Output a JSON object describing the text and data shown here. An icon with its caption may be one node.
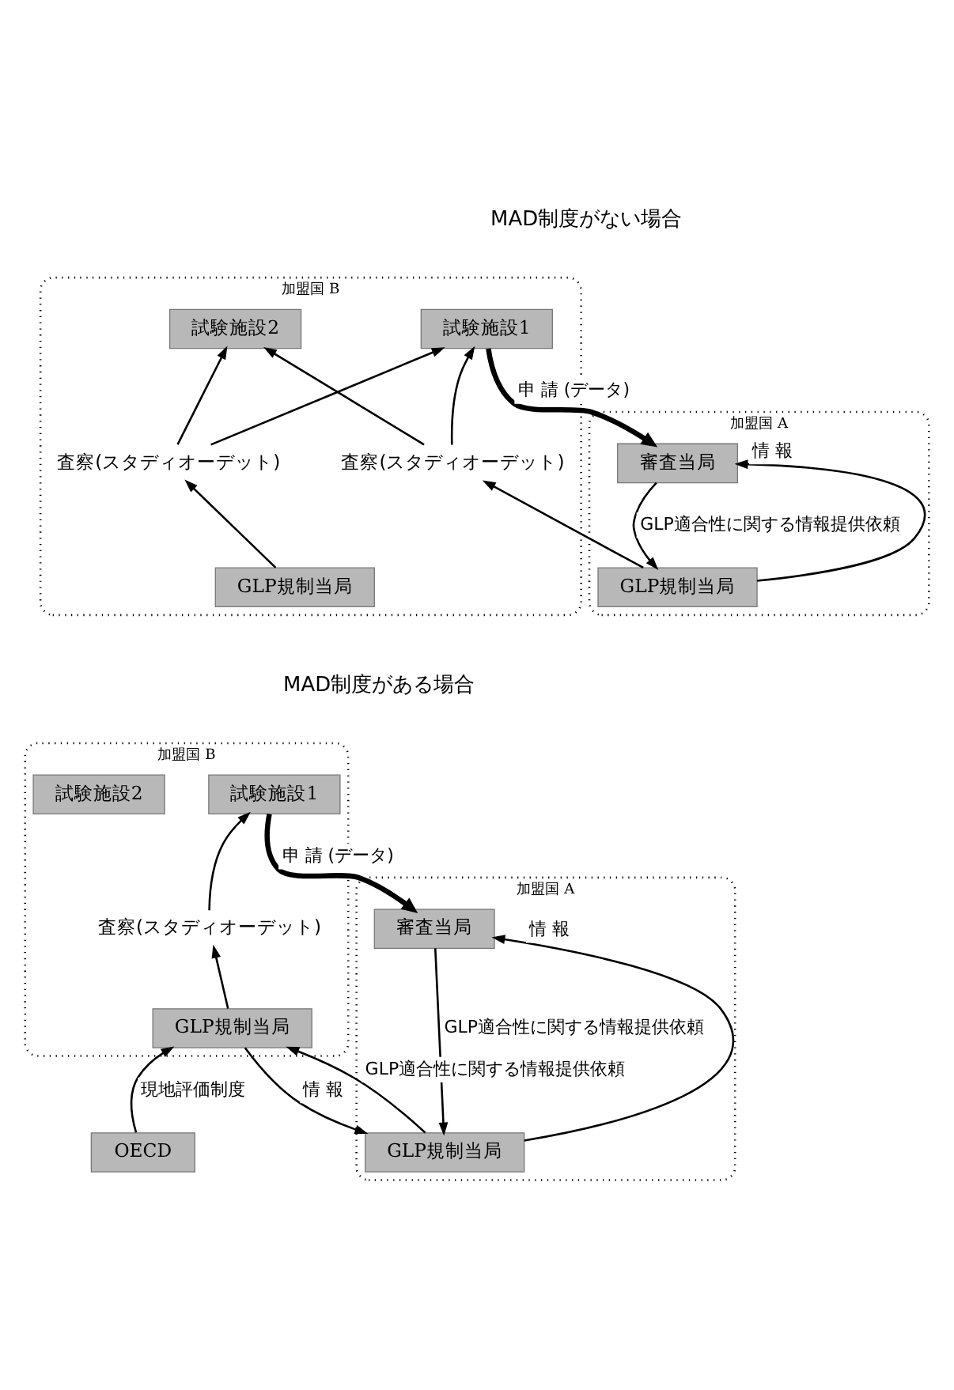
{
  "diagram": {
    "nodes": [
      {
        "text": [
          "加盟国 A"
        ]
      },
      {
        "text": [
          "審査当局"
        ],
        "in": 0
      },
      {
        "text": [
          "GLP規制当局"
        ],
        "in": 0
      },
      {
        "text": [
          "加盟国 B"
        ]
      },
      {
        "text": [
          "試験施設1"
        ],
        "in": 3
      },
      {
        "text": [
          "試験施設2"
        ],
        "in": 3
      },
      {
        "text": [
          "査察(スタディオーデット)"
        ],
        "in": 3
      },
      {
        "text": [
          "査察(スタディオーデット)"
        ],
        "in": 3
      },
      {
        "text": [
          "GLP規制当局"
        ],
        "in": 3
      },
      {
        "text": [
          "加盟国 A"
        ]
      },
      {
        "text": [
          "審査当局"
        ],
        "in": 9
      },
      {
        "text": [
          "GLP規制当局"
        ],
        "in": 9
      },
      {
        "text": [
          "加盟国 B"
        ]
      },
      {
        "text": [
          "試験施設1"
        ],
        "in": 12
      },
      {
        "text": [
          "試験施設2"
        ],
        "in": 12
      },
      {
        "text": [
          "査察(スタディオーデット)"
        ],
        "in": 12
      },
      {
        "text": [
          "GLP規制当局"
        ],
        "in": 12
      },
      {
        "text": [
          "OECD"
        ]
      }
    ],
    "edges": [
      {
        "from": 1,
        "to": 2,
        "arrow": "to",
        "label": "GLP適合性に関する情報提供依頼"
      },
      {
        "from": 2,
        "to": 1,
        "arrow": "to",
        "label": "情 報"
      },
      {
        "from": 4,
        "to": 1,
        "arrow": "to",
        "label": "申 請 (データ)",
        "style": "thick"
      },
      {
        "from": 2,
        "to": 6,
        "arrow": "to"
      },
      {
        "from": 6,
        "to": 4,
        "arrow": "to"
      },
      {
        "from": 6,
        "to": 5,
        "arrow": "to"
      },
      {
        "from": 7,
        "to": 4,
        "arrow": "to"
      },
      {
        "from": 7,
        "to": 5,
        "arrow": "to"
      },
      {
        "from": 8,
        "to": 7,
        "arrow": "to"
      },
      {
        "from": 10,
        "to": 11,
        "arrow": "to",
        "label": "GLP適合性に関する情報提供依頼"
      },
      {
        "from": 11,
        "to": 10,
        "arrow": "to",
        "label": "情 報"
      },
      {
        "from": 13,
        "to": 10,
        "arrow": "to",
        "label": "申 請 (データ)",
        "style": "thick"
      },
      {
        "from": 15,
        "to": 13,
        "arrow": "to"
      },
      {
        "from": 16,
        "to": 15,
        "arrow": "to"
      },
      {
        "from": 16,
        "to": 11,
        "arrow": "to",
        "label": "情 報"
      },
      {
        "from": 11,
        "to": 16,
        "arrow": "to",
        "label": "GLP適合性に関する情報提供依頼"
      },
      {
        "from": 17,
        "to": 16,
        "arrow": "to",
        "label": "現地評価制度"
      }
    ],
    "labels": [
      "MAD制度がない場合",
      "MAD制度がある場合"
    ]
  }
}
